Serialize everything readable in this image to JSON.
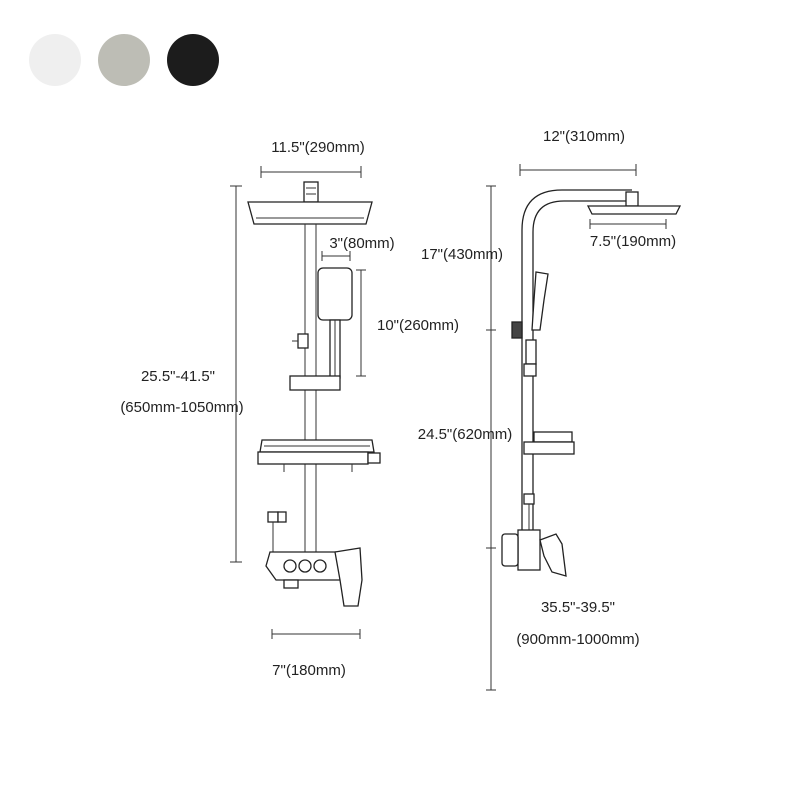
{
  "swatches": [
    {
      "name": "white",
      "color": "#efefef"
    },
    {
      "name": "grey",
      "color": "#bdbdb5"
    },
    {
      "name": "black",
      "color": "#1c1c1c"
    }
  ],
  "front_view": {
    "width_label": "11.5\"(290mm)",
    "handheld_width_label": "3\"(80mm)",
    "handheld_height_label": "10\"(260mm)",
    "height_label_inch": "25.5\"-41.5\"",
    "height_label_mm": "(650mm-1050mm)",
    "valve_width_label": "7\"(180mm)"
  },
  "side_view": {
    "arm_length_label": "12\"(310mm)",
    "head_width_label": "7.5\"(190mm)",
    "upper_height_label": "17\"(430mm)",
    "middle_height_label": "24.5\"(620mm)",
    "install_height_label_inch": "35.5\"-39.5\"",
    "install_height_label_mm": "(900mm-1000mm)"
  },
  "colors": {
    "line": "#333333",
    "text": "#222222"
  }
}
